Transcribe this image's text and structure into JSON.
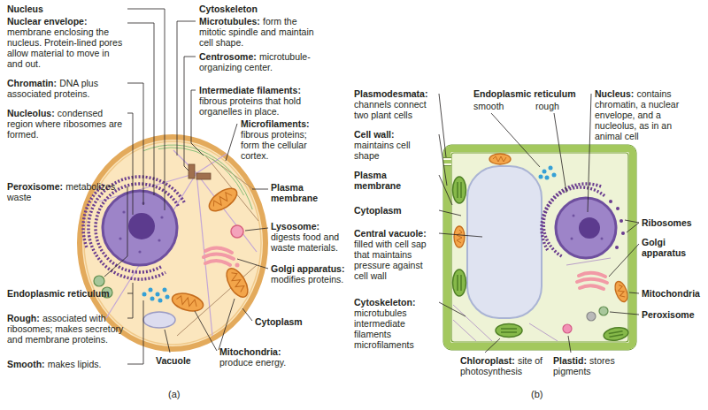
{
  "diagram": {
    "labels": [
      "Nucleus",
      "Nuclear envelope:",
      "membrane enclosing the nucleus. Protein-lined pores allow material to move in and out.",
      "Chromatin:",
      "DNA plus associated proteins.",
      "Nucleolus:",
      "condensed region where ribosomes are formed.",
      "Cytoskeleton",
      "Microtubules:",
      "form the mitotic spindle and maintain cell shape.",
      "Centrosome:",
      "microtubule-organizing center.",
      "Intermediate filaments:",
      "fibrous proteins that hold organelles in place.",
      "Microfilaments:",
      "fibrous proteins; form the cellular cortex.",
      "Peroxisome:",
      "metabolizes waste",
      "Plasma membrane",
      "Lysosome:",
      "digests food and waste materials.",
      "Golgi apparatus:",
      "modifies proteins.",
      "Endoplasmic reticulum",
      "Rough:",
      "associated with ribosomes; makes secretory and membrane proteins.",
      "Smooth:",
      "makes lipids.",
      "Cytoplasm",
      "Mitochondria:",
      "produce energy.",
      "Vacuole",
      "(a)",
      "Plasmodesmata:",
      "channels connect two plant cells",
      "Endoplasmic reticulum",
      "smooth",
      "rough",
      "Nucleus:",
      "contains chromatin, a nuclear envelope, and a nucleolus, as in an animal cell",
      "Cell wall:",
      "maintains cell shape",
      "Plasma membrane",
      "Cytoplasm",
      "Central vacuole:",
      "filled with cell sap that maintains pressure against cell wall",
      "Ribosomes",
      "Golgi apparatus",
      "Cytoskeleton:",
      "microtubules",
      "intermediate filaments",
      "microfilaments",
      "Mitochondria",
      "Peroxisome",
      "Chloroplast:",
      "site of photosynthesis",
      "Plastid:",
      "stores pigments",
      "(b)"
    ]
  }
}
